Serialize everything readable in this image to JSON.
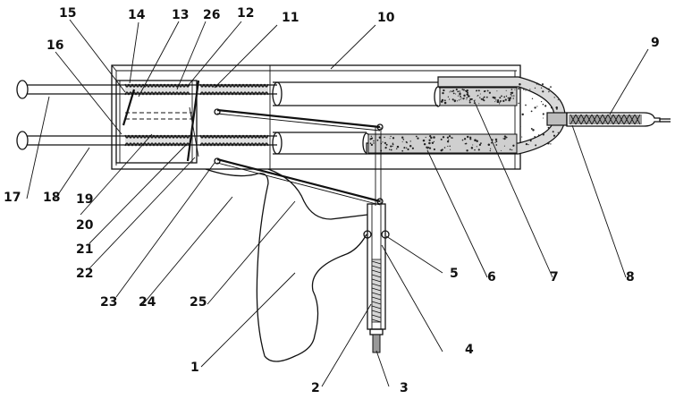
{
  "diagram": {
    "part_labels": [
      "1",
      "2",
      "3",
      "4",
      "5",
      "6",
      "7",
      "8",
      "9",
      "10",
      "11",
      "12",
      "13",
      "14",
      "15",
      "16",
      "17",
      "18",
      "19",
      "20",
      "21",
      "22",
      "23",
      "24",
      "25",
      "26"
    ]
  }
}
